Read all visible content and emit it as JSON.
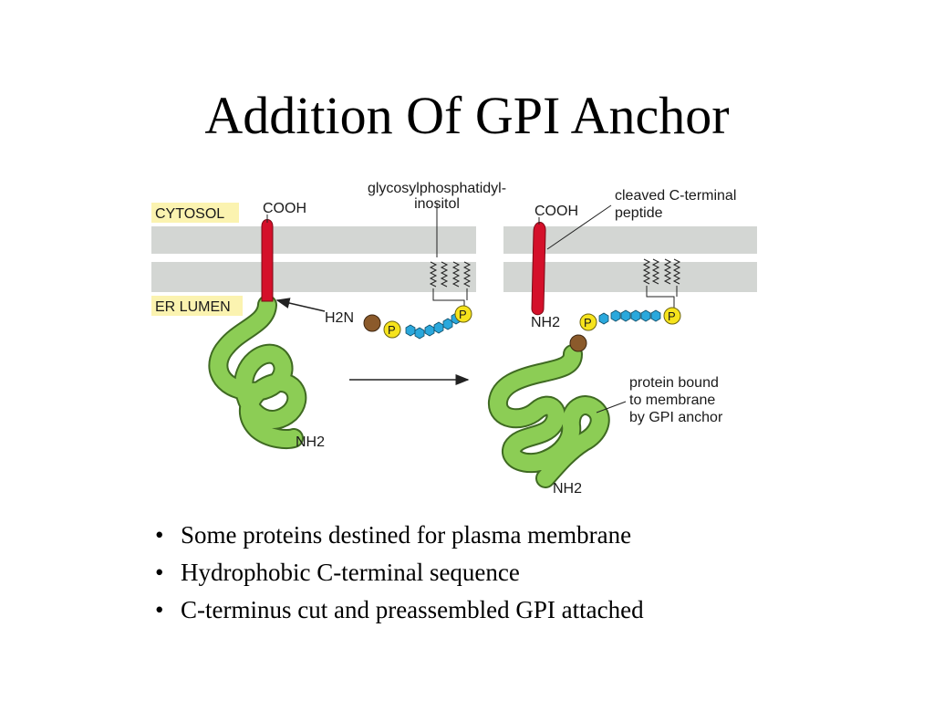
{
  "title": "Addition Of GPI Anchor",
  "diagram": {
    "cytosol_label": "CYTOSOL",
    "er_lumen_label": "ER LUMEN",
    "gpi_label_line1": "glycosylphosphatidyl-",
    "gpi_label_line2": "inositol",
    "cooh_label": "COOH",
    "h2n_label": "H2N",
    "nh2_label": "NH2",
    "phosphate_label": "P",
    "cleaved_label_line1": "cleaved C-terminal",
    "cleaved_label_line2": "peptide",
    "bound_label_line1": "protein bound",
    "bound_label_line2": "to membrane",
    "bound_label_line3": "by GPI anchor",
    "colors": {
      "membrane": "#d3d6d3",
      "hydrophobic_segment": "#d4102a",
      "protein": "#8ccd55",
      "protein_outline": "#3f6a22",
      "sugar": "#2aa8dc",
      "phosphate": "#f6e31c",
      "inositol_end": "#8b5a2b",
      "label_highlight": "#fbf3b0"
    }
  },
  "bullets": [
    "Some proteins destined for plasma membrane",
    "Hydrophobic C-terminal sequence",
    "C-terminus cut and preassembled GPI attached"
  ]
}
